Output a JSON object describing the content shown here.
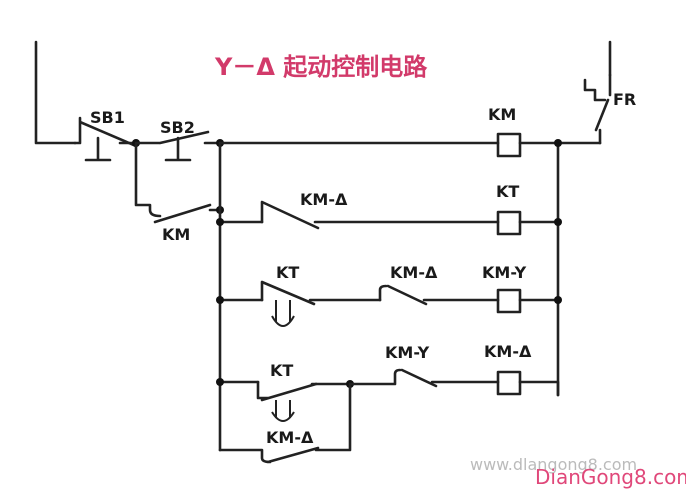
{
  "title": "Y－Δ 起动控制电路",
  "labels": {
    "sb1": "SB1",
    "sb2": "SB2",
    "km_hold": "KM",
    "fr": "FR",
    "coil_km": "KM",
    "km_delta_nc": "KM-Δ",
    "coil_kt": "KT",
    "kt_row3": "KT",
    "km_delta_row3": "KM-Δ",
    "coil_km_y": "KM-Y",
    "km_y_row4": "KM-Y",
    "coil_km_delta": "KM-Δ",
    "kt_row4": "KT",
    "km_delta_hold": "KM-Δ"
  },
  "watermark": {
    "brand": "DianGong8.com",
    "url": "www.dlangong8.com"
  }
}
